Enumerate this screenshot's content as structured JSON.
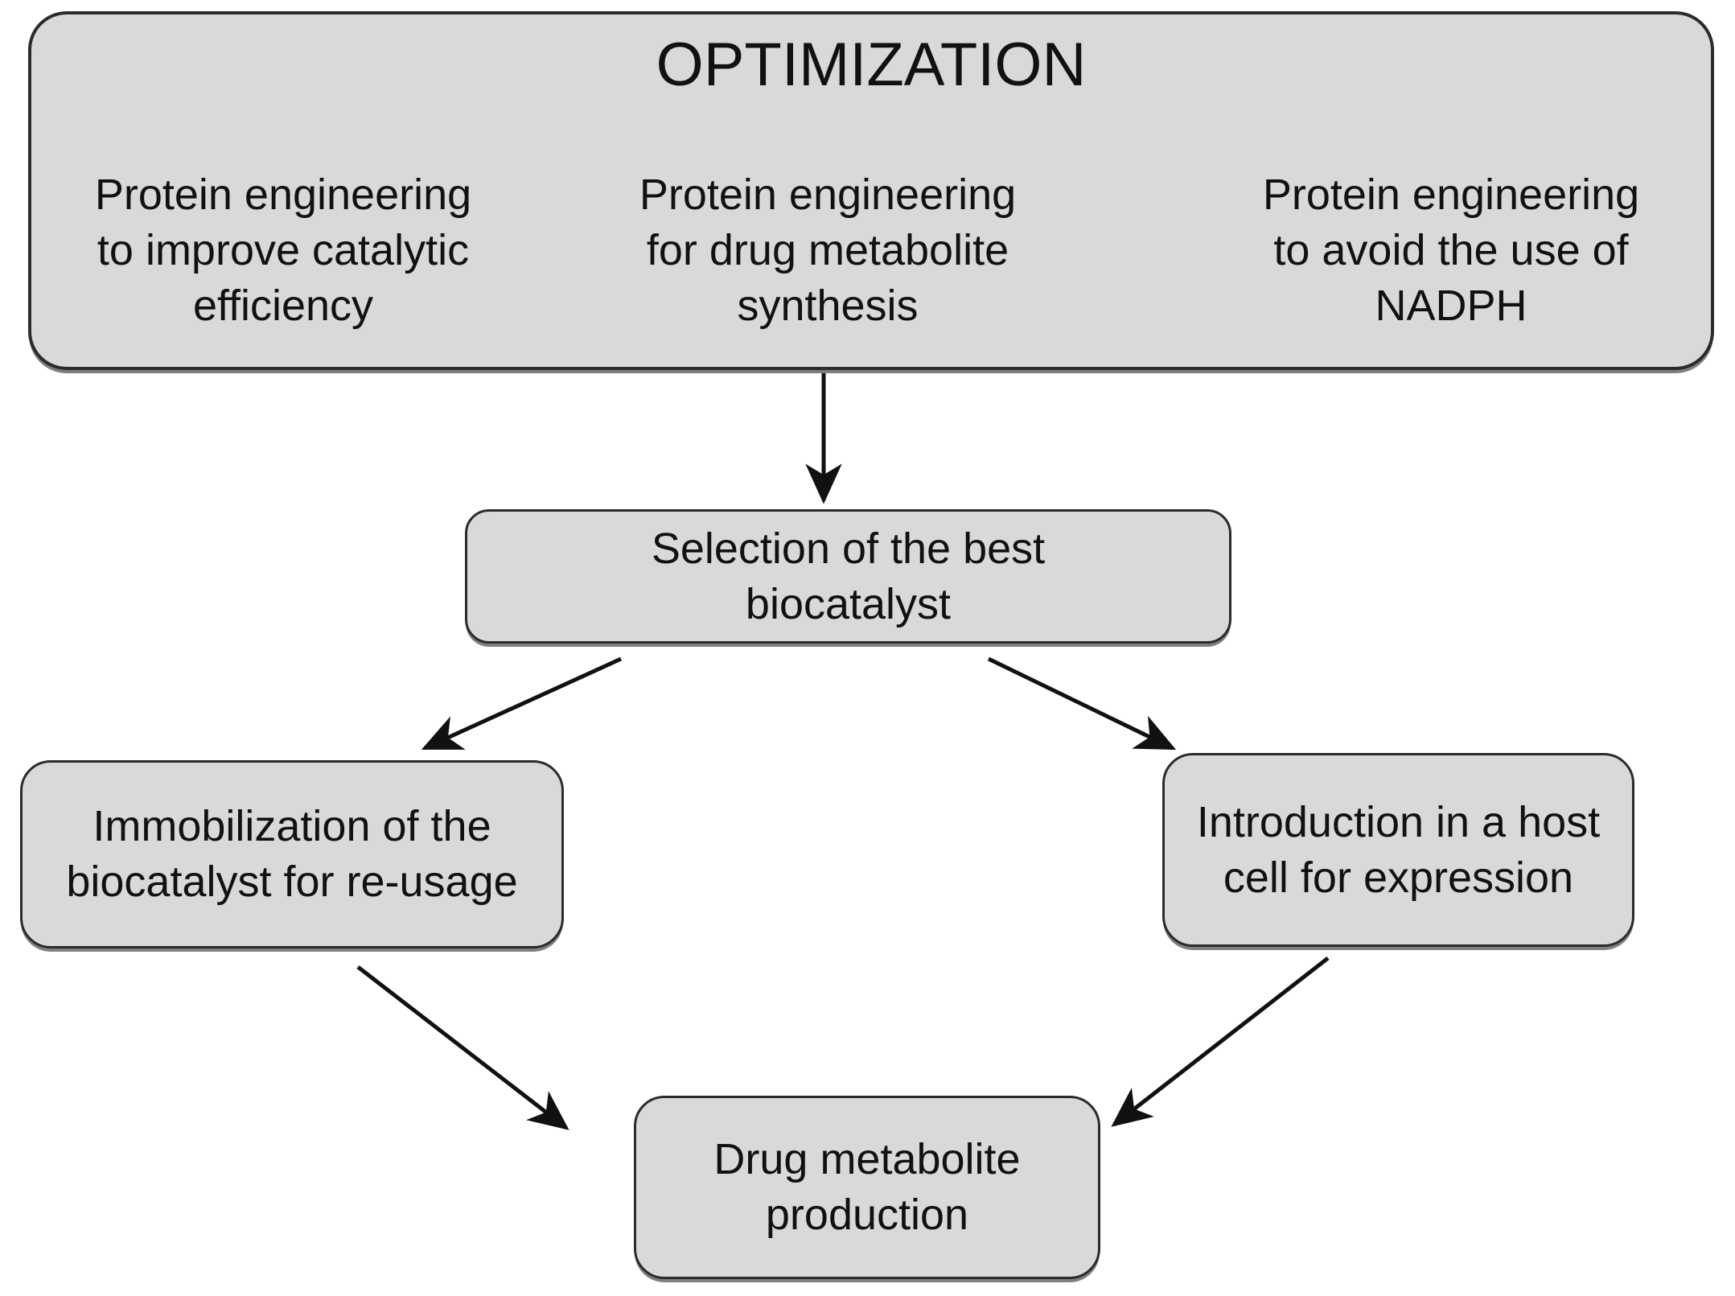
{
  "diagram": {
    "title": "OPTIMIZATION",
    "optimization_box": {
      "items": [
        {
          "text": "Protein engineering\nto improve catalytic\nefficiency"
        },
        {
          "text": "Protein engineering\nfor drug metabolite\nsynthesis"
        },
        {
          "text": "Protein engineering\nto avoid the use of\nNADPH"
        }
      ]
    },
    "nodes": {
      "selection": {
        "text": "Selection of the best\nbiocatalyst"
      },
      "immobilization": {
        "text": "Immobilization of the\nbiocatalyst for re-usage"
      },
      "host_cell": {
        "text": "Introduction in a host\ncell for expression"
      },
      "production": {
        "text": "Drug metabolite\nproduction"
      }
    },
    "edges": [
      {
        "from": "optimization-box",
        "to": "selection-node"
      },
      {
        "from": "selection-node",
        "to": "immobilization-node"
      },
      {
        "from": "selection-node",
        "to": "host-cell-node"
      },
      {
        "from": "immobilization-node",
        "to": "production-node"
      },
      {
        "from": "host-cell-node",
        "to": "production-node"
      }
    ],
    "colors": {
      "box_fill": "#d9d9d9",
      "box_border": "#2b2b2b",
      "box_shadow": "#7f7f7f",
      "arrow": "#111111",
      "text": "#111111",
      "background": "#ffffff"
    }
  }
}
